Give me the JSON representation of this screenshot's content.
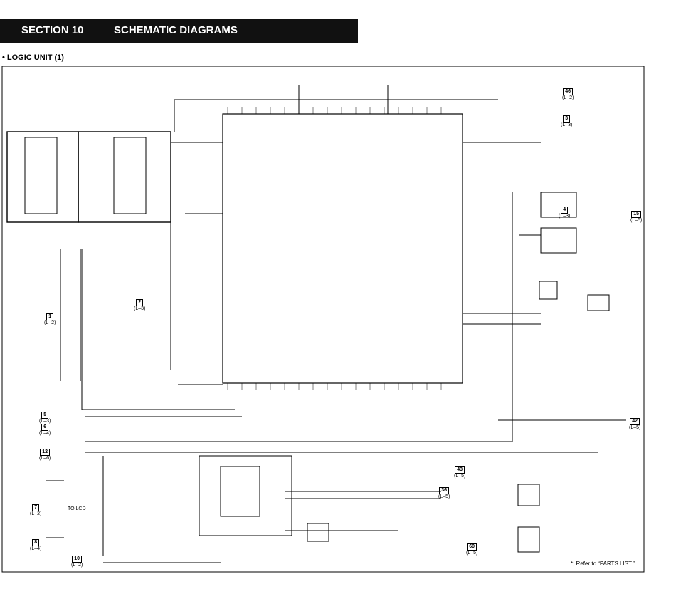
{
  "header": {
    "section": "SECTION 10",
    "title": "SCHEMATIC DIAGRAMS"
  },
  "subtitle": "• LOGIC UNIT (1)",
  "connectors": [
    {
      "id": "1",
      "ref": "(L–2)"
    },
    {
      "id": "2",
      "ref": "(L–3)"
    },
    {
      "id": "5",
      "ref": "(L–3)"
    },
    {
      "id": "6",
      "ref": "(L–4)"
    },
    {
      "id": "7",
      "ref": "(L–2)"
    },
    {
      "id": "8",
      "ref": "(L–4)"
    },
    {
      "id": "10",
      "ref": "(L–2)"
    },
    {
      "id": "12",
      "ref": "(L–6)"
    },
    {
      "id": "3",
      "ref": "(L–3)"
    },
    {
      "id": "4",
      "ref": "(L–3)"
    },
    {
      "id": "15",
      "ref": "(L–5)"
    },
    {
      "id": "36",
      "ref": "(L–5)"
    },
    {
      "id": "42",
      "ref": "(L–5)"
    },
    {
      "id": "43",
      "ref": "(L–5)"
    },
    {
      "id": "46",
      "ref": "(L–2)"
    },
    {
      "id": "60",
      "ref": "(L–5)"
    }
  ],
  "to_lcd": "TO LCD",
  "ref_note": "*; Refer to “PARTS LIST.”"
}
